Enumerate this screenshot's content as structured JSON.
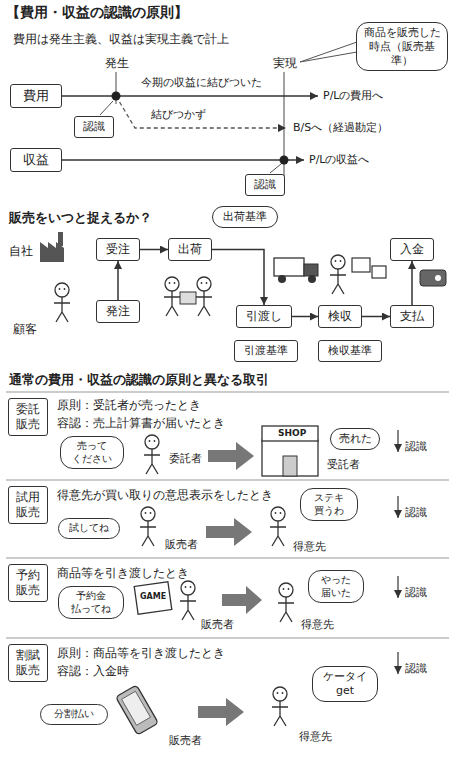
{
  "diagram": {
    "title": "【費用・収益の認識の原則】",
    "nodes": [
      {
        "text": [
          "商品を販売した時点（販売基準）"
        ]
      },
      {
        "text": [
          "費用"
        ]
      },
      {
        "text": [
          "認識"
        ]
      },
      {
        "text": [
          "収益"
        ]
      },
      {
        "text": [
          "認識"
        ]
      },
      {
        "text": [
          "受注"
        ]
      },
      {
        "text": [
          "出荷"
        ]
      },
      {
        "text": [
          "出荷基準"
        ]
      },
      {
        "text": [
          "発注"
        ]
      },
      {
        "text": [
          "引渡し"
        ]
      },
      {
        "text": [
          "検収"
        ]
      },
      {
        "text": [
          "支払"
        ]
      },
      {
        "text": [
          "入金"
        ]
      },
      {
        "text": [
          "引渡基準"
        ]
      },
      {
        "text": [
          "検収基準"
        ]
      },
      {
        "text": [
          "委託 販売"
        ]
      },
      {
        "text": [
          "売って ください"
        ]
      },
      {
        "text": [
          "売れた"
        ]
      },
      {
        "text": [
          "試用 販売"
        ]
      },
      {
        "text": [
          "試してね"
        ]
      },
      {
        "text": [
          "ステキ 買うわ"
        ]
      },
      {
        "text": [
          "予約 販売"
        ]
      },
      {
        "text": [
          "予約金 払ってね"
        ]
      },
      {
        "text": [
          "やった 届いた"
        ]
      },
      {
        "text": [
          "割賦 販売"
        ]
      },
      {
        "text": [
          "分割払い"
        ]
      },
      {
        "text": [
          "ケータイ get"
        ]
      }
    ],
    "edges": [
      {
        "from": 8,
        "to": 5,
        "arrow": "to"
      },
      {
        "from": 5,
        "to": 6,
        "arrow": "to"
      },
      {
        "from": 6,
        "to": 9,
        "arrow": "to"
      },
      {
        "from": 9,
        "to": 10,
        "arrow": "to"
      },
      {
        "from": 10,
        "to": 11,
        "arrow": "to"
      },
      {
        "from": 11,
        "to": 12,
        "arrow": "to"
      }
    ],
    "labels": [
      "費用は発生主義、収益は実現主義で計上",
      "発生",
      "実現",
      "今期の収益に結びついた",
      "P/Lの費用へ",
      "結びつかず",
      "B/Sへ（経過勘定）",
      "P/Lの収益へ",
      "販売をいつと捉えるか？",
      "自社",
      "顧客",
      "通常の費用・収益の認識の原則と異なる取引",
      "原則：受託者が売ったとき",
      "容認：売上計算書が届いたとき",
      "認識",
      "委託者",
      "SHOP",
      "受託者",
      "得意先が買い取りの意思表示をしたとき",
      "認識",
      "販売者",
      "得意先",
      "商品等を引き渡したとき",
      "認識",
      "GAME",
      "販売者",
      "得意先",
      "原則：商品等を引き渡したとき",
      "容認：入金時",
      "認識",
      "販売者",
      "得意先"
    ]
  }
}
